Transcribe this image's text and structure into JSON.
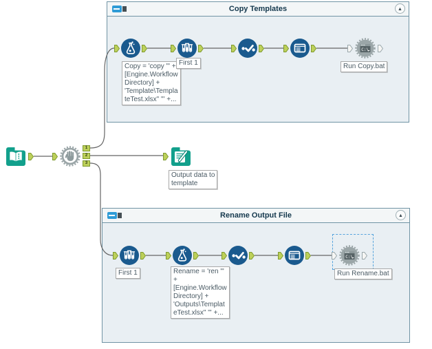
{
  "containers": [
    {
      "title": "Copy Templates"
    },
    {
      "title": "Rename Output File"
    }
  ],
  "collapse_glyph": "▲",
  "bud": {
    "outputs": [
      "1",
      "2",
      "3"
    ]
  },
  "icons": {
    "runcmd_text": "C:\\"
  },
  "annotations": {
    "copy_formula": "Copy = 'copy \"' +\n[Engine.Workflow\nDirectory] +\n'Template\\Templa\nteTest.xlsx\" \"' +...",
    "copy_first": "First 1",
    "run_copy": "Run Copy.bat",
    "output_template": "Output data to\ntemplate",
    "rename_first": "First 1",
    "rename_formula": "Rename = 'ren \"'\n+\n[Engine.Workflow\nDirectory] +\n'Outputs\\Templat\neTest.xlsx\" \"' +...",
    "run_rename": "Run Rename.bat"
  },
  "colors": {
    "tool_blue": "#1a5a8e",
    "tool_teal": "#12a08c",
    "anchor_green": "#bdd05a",
    "anchor_green_border": "#7e9a2e",
    "gear_gray": "#9ba6a8",
    "wire": "#646464",
    "selection": "#54a3dc",
    "container_fill": "#e9eff3"
  }
}
